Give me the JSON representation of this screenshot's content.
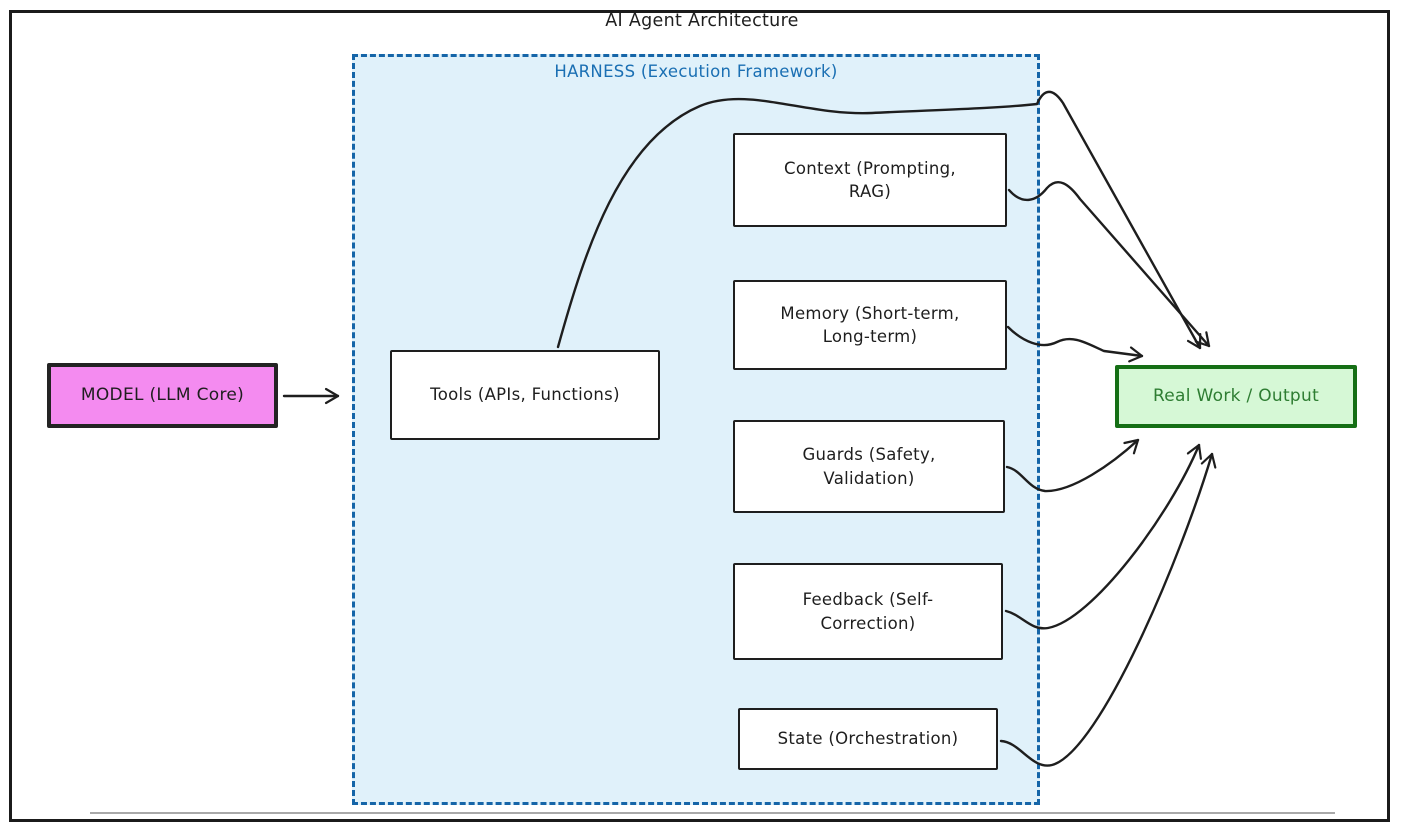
{
  "diagram": {
    "title": "AI Agent Architecture",
    "model": {
      "label": "MODEL (LLM Core)"
    },
    "harness": {
      "label": "HARNESS (Execution Framework)",
      "components": [
        {
          "label": "Tools (APIs, Functions)"
        },
        {
          "label": "Context (Prompting, RAG)"
        },
        {
          "label": "Memory (Short-term, Long-term)"
        },
        {
          "label": "Guards (Safety, Validation)"
        },
        {
          "label": "Feedback (Self-Correction)"
        },
        {
          "label": "State (Orchestration)"
        }
      ]
    },
    "output": {
      "label": "Real Work / Output"
    },
    "edges": [
      {
        "from": "MODEL (LLM Core)",
        "to": "Tools (APIs, Functions)"
      },
      {
        "from": "Tools (APIs, Functions)",
        "to": "Real Work / Output"
      },
      {
        "from": "Context (Prompting, RAG)",
        "to": "Real Work / Output"
      },
      {
        "from": "Memory (Short-term, Long-term)",
        "to": "Real Work / Output"
      },
      {
        "from": "Guards (Safety, Validation)",
        "to": "Real Work / Output"
      },
      {
        "from": "Feedback (Self-Correction)",
        "to": "Real Work / Output"
      },
      {
        "from": "State (Orchestration)",
        "to": "Real Work / Output"
      }
    ]
  },
  "colors": {
    "ink": "#1e1e1e",
    "frame": "#1b1b1b",
    "harness-fill": "#e0f1fa",
    "harness-border": "#1565a8",
    "harness-text": "#1a6fb3",
    "model-fill": "#f48bf0",
    "output-fill": "#d6f8d6",
    "output-border": "#156f15",
    "output-text": "#2e7d32"
  }
}
